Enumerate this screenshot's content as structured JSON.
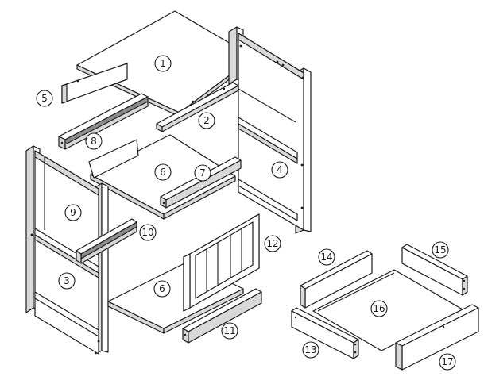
{
  "callouts": [
    {
      "label": "1"
    },
    {
      "label": "2"
    },
    {
      "label": "3"
    },
    {
      "label": "4"
    },
    {
      "label": "5"
    },
    {
      "label": "6"
    },
    {
      "label": "6"
    },
    {
      "label": "7"
    },
    {
      "label": "8"
    },
    {
      "label": "9"
    },
    {
      "label": "10"
    },
    {
      "label": "11"
    },
    {
      "label": "12"
    },
    {
      "label": "13"
    },
    {
      "label": "14"
    },
    {
      "label": "15"
    },
    {
      "label": "16"
    },
    {
      "label": "17"
    }
  ]
}
